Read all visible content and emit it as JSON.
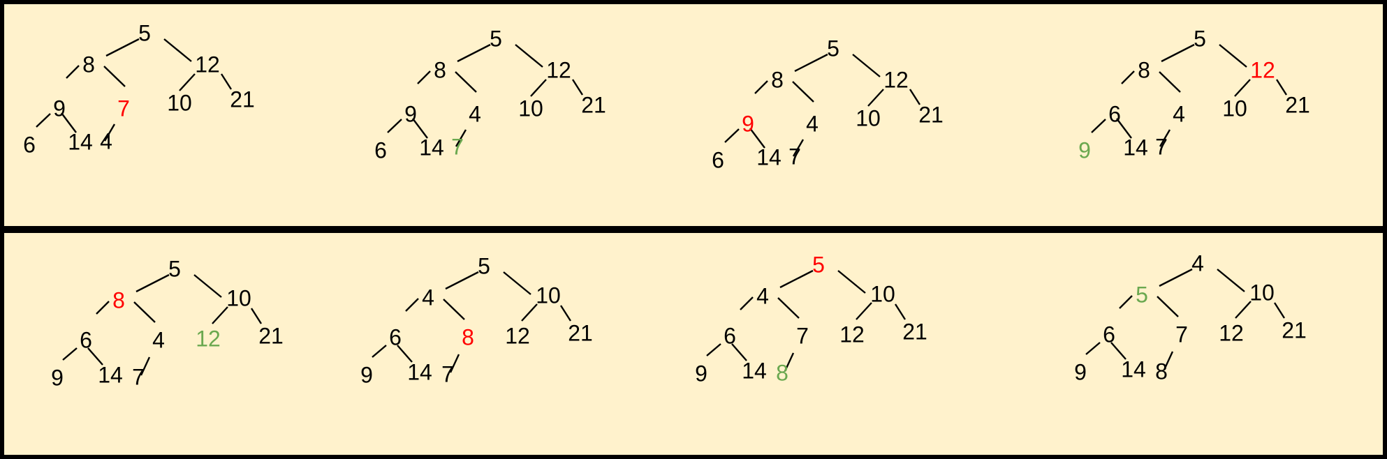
{
  "colors": {
    "panel_background": "#fff2cc",
    "border": "#000000",
    "text_default": "#000000",
    "text_red": "#ff0000",
    "text_green": "#6aa84f"
  },
  "rows": [
    {
      "trees": [
        {
          "nodes": [
            {
              "id": "a",
              "label": "5",
              "color": "black"
            },
            {
              "id": "b",
              "label": "8",
              "color": "black"
            },
            {
              "id": "c",
              "label": "12",
              "color": "black"
            },
            {
              "id": "d",
              "label": "9",
              "color": "black"
            },
            {
              "id": "e",
              "label": "7",
              "color": "red"
            },
            {
              "id": "f",
              "label": "10",
              "color": "black"
            },
            {
              "id": "g",
              "label": "21",
              "color": "black"
            },
            {
              "id": "h",
              "label": "6",
              "color": "black"
            },
            {
              "id": "i",
              "label": "14",
              "color": "black"
            },
            {
              "id": "j",
              "label": "4",
              "color": "black"
            }
          ]
        },
        {
          "nodes": [
            {
              "id": "a",
              "label": "5",
              "color": "black"
            },
            {
              "id": "b",
              "label": "8",
              "color": "black"
            },
            {
              "id": "c",
              "label": "12",
              "color": "black"
            },
            {
              "id": "d",
              "label": "9",
              "color": "black"
            },
            {
              "id": "e",
              "label": "4",
              "color": "black"
            },
            {
              "id": "f",
              "label": "10",
              "color": "black"
            },
            {
              "id": "g",
              "label": "21",
              "color": "black"
            },
            {
              "id": "h",
              "label": "6",
              "color": "black"
            },
            {
              "id": "i",
              "label": "14",
              "color": "black"
            },
            {
              "id": "j",
              "label": "7",
              "color": "green"
            }
          ]
        },
        {
          "nodes": [
            {
              "id": "a",
              "label": "5",
              "color": "black"
            },
            {
              "id": "b",
              "label": "8",
              "color": "black"
            },
            {
              "id": "c",
              "label": "12",
              "color": "black"
            },
            {
              "id": "d",
              "label": "9",
              "color": "red"
            },
            {
              "id": "e",
              "label": "4",
              "color": "black"
            },
            {
              "id": "f",
              "label": "10",
              "color": "black"
            },
            {
              "id": "g",
              "label": "21",
              "color": "black"
            },
            {
              "id": "h",
              "label": "6",
              "color": "black"
            },
            {
              "id": "i",
              "label": "14",
              "color": "black"
            },
            {
              "id": "j",
              "label": "7",
              "color": "black"
            }
          ]
        },
        {
          "nodes": [
            {
              "id": "a",
              "label": "5",
              "color": "black"
            },
            {
              "id": "b",
              "label": "8",
              "color": "black"
            },
            {
              "id": "c",
              "label": "12",
              "color": "red"
            },
            {
              "id": "d",
              "label": "6",
              "color": "black"
            },
            {
              "id": "e",
              "label": "4",
              "color": "black"
            },
            {
              "id": "f",
              "label": "10",
              "color": "black"
            },
            {
              "id": "g",
              "label": "21",
              "color": "black"
            },
            {
              "id": "h",
              "label": "9",
              "color": "green"
            },
            {
              "id": "i",
              "label": "14",
              "color": "black"
            },
            {
              "id": "j",
              "label": "7",
              "color": "black"
            }
          ]
        }
      ]
    },
    {
      "trees": [
        {
          "nodes": [
            {
              "id": "a",
              "label": "5",
              "color": "black"
            },
            {
              "id": "b",
              "label": "8",
              "color": "red"
            },
            {
              "id": "c",
              "label": "10",
              "color": "black"
            },
            {
              "id": "d",
              "label": "6",
              "color": "black"
            },
            {
              "id": "e",
              "label": "4",
              "color": "black"
            },
            {
              "id": "f",
              "label": "12",
              "color": "green"
            },
            {
              "id": "g",
              "label": "21",
              "color": "black"
            },
            {
              "id": "h",
              "label": "9",
              "color": "black"
            },
            {
              "id": "i",
              "label": "14",
              "color": "black"
            },
            {
              "id": "j",
              "label": "7",
              "color": "black"
            }
          ]
        },
        {
          "nodes": [
            {
              "id": "a",
              "label": "5",
              "color": "black"
            },
            {
              "id": "b",
              "label": "4",
              "color": "black"
            },
            {
              "id": "c",
              "label": "10",
              "color": "black"
            },
            {
              "id": "d",
              "label": "6",
              "color": "black"
            },
            {
              "id": "e",
              "label": "8",
              "color": "red"
            },
            {
              "id": "f",
              "label": "12",
              "color": "black"
            },
            {
              "id": "g",
              "label": "21",
              "color": "black"
            },
            {
              "id": "h",
              "label": "9",
              "color": "black"
            },
            {
              "id": "i",
              "label": "14",
              "color": "black"
            },
            {
              "id": "j",
              "label": "7",
              "color": "black"
            }
          ]
        },
        {
          "nodes": [
            {
              "id": "a",
              "label": "5",
              "color": "red"
            },
            {
              "id": "b",
              "label": "4",
              "color": "black"
            },
            {
              "id": "c",
              "label": "10",
              "color": "black"
            },
            {
              "id": "d",
              "label": "6",
              "color": "black"
            },
            {
              "id": "e",
              "label": "7",
              "color": "black"
            },
            {
              "id": "f",
              "label": "12",
              "color": "black"
            },
            {
              "id": "g",
              "label": "21",
              "color": "black"
            },
            {
              "id": "h",
              "label": "9",
              "color": "black"
            },
            {
              "id": "i",
              "label": "14",
              "color": "black"
            },
            {
              "id": "j",
              "label": "8",
              "color": "green"
            }
          ]
        },
        {
          "nodes": [
            {
              "id": "a",
              "label": "4",
              "color": "black"
            },
            {
              "id": "b",
              "label": "5",
              "color": "green"
            },
            {
              "id": "c",
              "label": "10",
              "color": "black"
            },
            {
              "id": "d",
              "label": "6",
              "color": "black"
            },
            {
              "id": "e",
              "label": "7",
              "color": "black"
            },
            {
              "id": "f",
              "label": "12",
              "color": "black"
            },
            {
              "id": "g",
              "label": "21",
              "color": "black"
            },
            {
              "id": "h",
              "label": "9",
              "color": "black"
            },
            {
              "id": "i",
              "label": "14",
              "color": "black"
            },
            {
              "id": "j",
              "label": "8",
              "color": "black"
            }
          ]
        }
      ]
    }
  ]
}
